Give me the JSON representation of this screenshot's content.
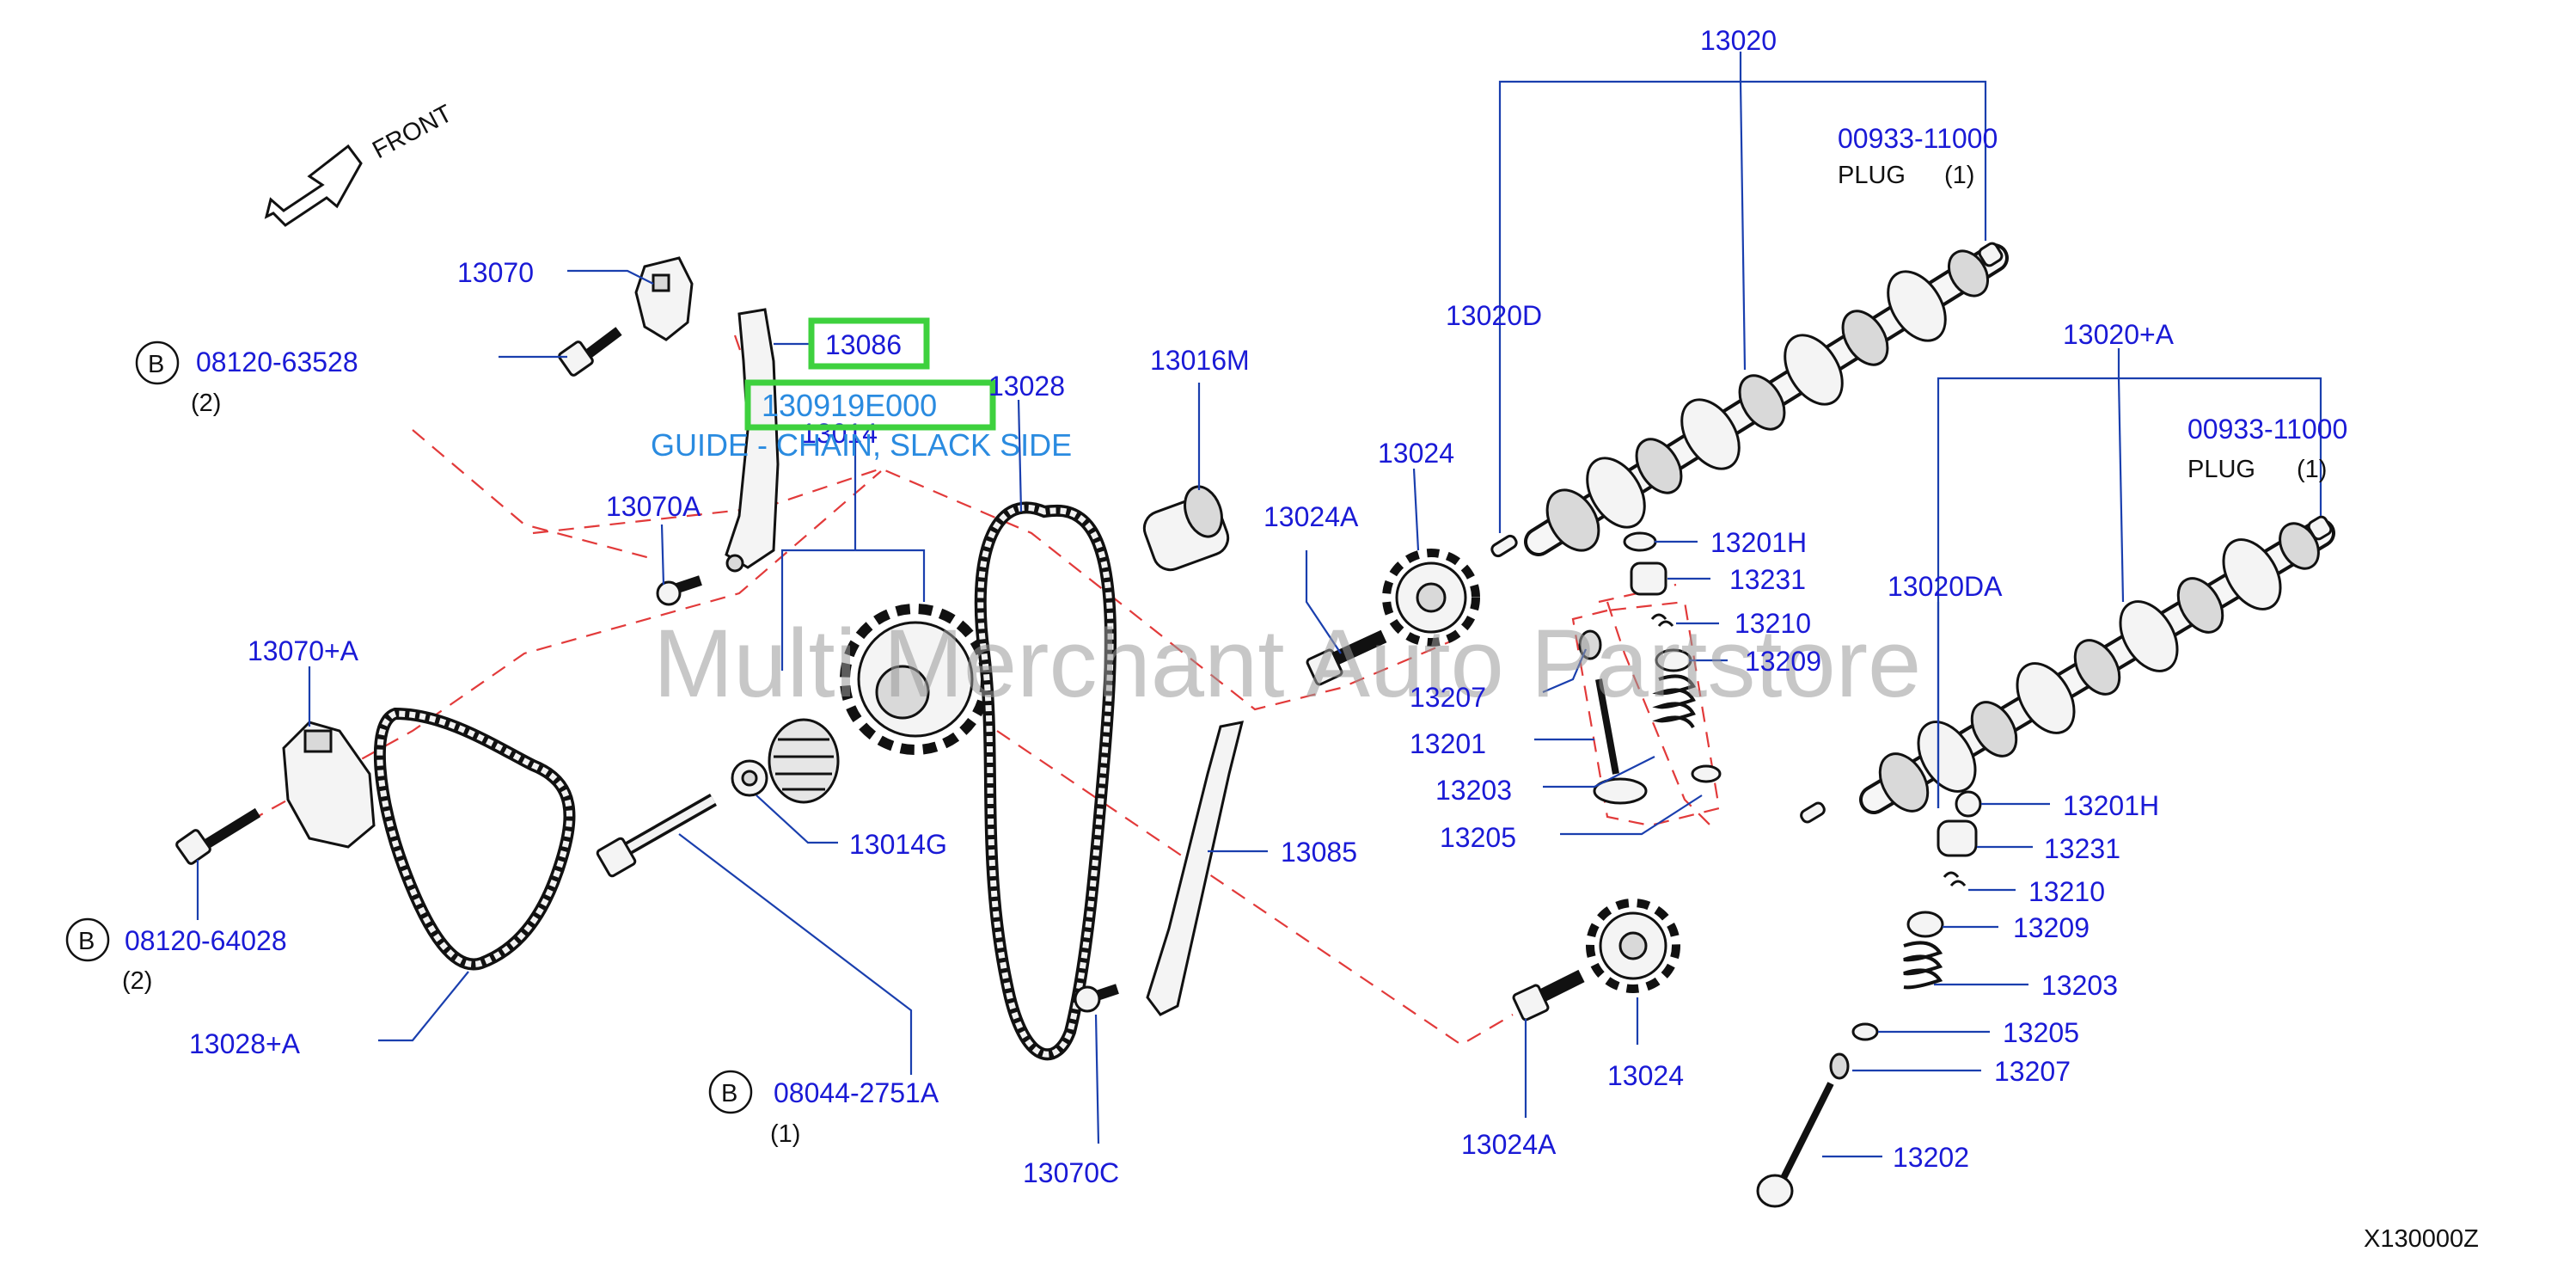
{
  "callouts": {
    "p13020": "13020",
    "p00933_11000_a": "00933-11000",
    "plug_a": "PLUG",
    "qty_plug_a": "(1)",
    "p13020D": "13020D",
    "p13020pA": "13020+A",
    "p00933_11000_b": "00933-11000",
    "plug_b": "PLUG",
    "qty_plug_b": "(1)",
    "p13020DA": "13020DA",
    "p13070": "13070",
    "p08120_63528": "08120-63528",
    "qty_08120_63528": "(2)",
    "p13086": "13086",
    "p13028": "13028",
    "p13014": "13014",
    "p13016M": "13016M",
    "p13024_top": "13024",
    "p13024A_top": "13024A",
    "p13070A": "13070A",
    "p13070pA": "13070+A",
    "p08120_64028": "08120-64028",
    "qty_08120_64028": "(2)",
    "p13028pA": "13028+A",
    "p13014G": "13014G",
    "p13085": "13085",
    "p08044_2751A": "08044-2751A",
    "qty_08044_2751A": "(1)",
    "p13070C": "13070C",
    "p13024A_bot": "13024A",
    "p13024_bot": "13024",
    "r13201H": "13201H",
    "r13231": "13231",
    "r13210": "13210",
    "r13209": "13209",
    "r13207": "13207",
    "r13201": "13201",
    "r13203": "13203",
    "r13205": "13205",
    "s13201H": "13201H",
    "s13231": "13231",
    "s13210": "13210",
    "s13209": "13209",
    "s13203": "13203",
    "s13205": "13205",
    "s13207": "13207",
    "s13202": "13202"
  },
  "badges": {
    "b1": "B",
    "b2": "B",
    "b3": "B"
  },
  "front_label": "FRONT",
  "diagram_code": "X130000Z",
  "watermark": "Multi Merchant Auto Partstore",
  "highlight": {
    "part_number": "130919E000",
    "description": "GUIDE - CHAIN, SLACK SIDE"
  },
  "colors": {
    "callout": "#1a1ad6",
    "leader": "#1a3fae",
    "dashed": "#e23a3a",
    "highlight_box": "#3ed13e",
    "tooltip_text": "#2a8be0"
  }
}
